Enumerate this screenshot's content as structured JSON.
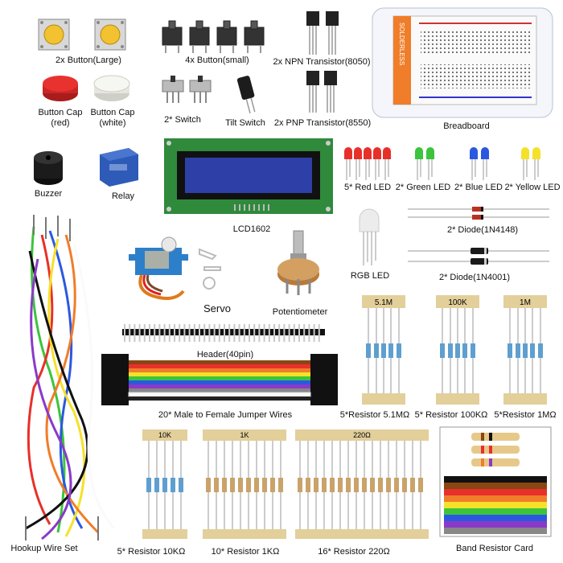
{
  "labels": {
    "button_large": "2x Button(Large)",
    "button_small": "4x Button(small)",
    "npn": "2x NPN Transistor(8050)",
    "pnp": "2x PNP Transistor(8550)",
    "breadboard": "Breadboard",
    "breadboard_brand": "SOLDERLESS",
    "cap_red_1": "Button Cap",
    "cap_red_2": "(red)",
    "cap_white_1": "Button Cap",
    "cap_white_2": "(white)",
    "switch": "2* Switch",
    "tilt_switch": "Tilt Switch",
    "buzzer": "Buzzer",
    "relay": "Relay",
    "lcd": "LCD1602",
    "red_led": "5* Red LED",
    "green_led": "2* Green LED",
    "blue_led": "2* Blue LED",
    "yellow_led": "2* Yellow LED",
    "rgb_led": "RGB LED",
    "diode_4148": "2* Diode(1N4148)",
    "diode_4001": "2* Diode(1N4001)",
    "servo": "Servo",
    "potentiometer": "Potentiometer",
    "header": "Header(40pin)",
    "jumper": "20* Male to Female Jumper Wires",
    "hookup": "Hookup Wire Set",
    "res_51m": "5*Resistor 5.1MΩ",
    "res_100k": "5* Resistor 100KΩ",
    "res_1m": "5*Resistor 1MΩ",
    "res_10k": "5* Resistor 10KΩ",
    "res_1k": "10* Resistor 1KΩ",
    "res_220": "16* Resistor 220Ω",
    "band_card": "Band Resistor Card"
  },
  "tape_labels": {
    "r51m": "5.1M",
    "r100k": "100K",
    "r1m": "1M",
    "r10k": "10K",
    "r1k": "1K",
    "r220": "220Ω"
  },
  "colors": {
    "button_yellow": "#f2c230",
    "cap_red": "#e8322f",
    "relay_blue": "#2f5bb8",
    "lcd_green": "#2f8a3c",
    "lcd_screen": "#2e3fa8",
    "led_red": "#e8302a",
    "led_green": "#3cc43c",
    "led_blue": "#2b58e0",
    "led_yellow": "#f5e12a",
    "servo_blue": "#2d7fc9",
    "pot_brown": "#b87a3a",
    "tape": "#e2cf9a",
    "resistor_body": "#5f9fd0",
    "breadboard_orange": "#f07d2a"
  },
  "icons": [
    "button-icon",
    "transistor-icon",
    "breadboard-icon",
    "buzzer-icon",
    "relay-icon",
    "lcd-icon",
    "led-icon",
    "diode-icon",
    "servo-icon",
    "potentiometer-icon",
    "header-icon",
    "jumper-wires-icon",
    "hookup-wire-icon",
    "resistor-icon",
    "band-card-icon"
  ]
}
